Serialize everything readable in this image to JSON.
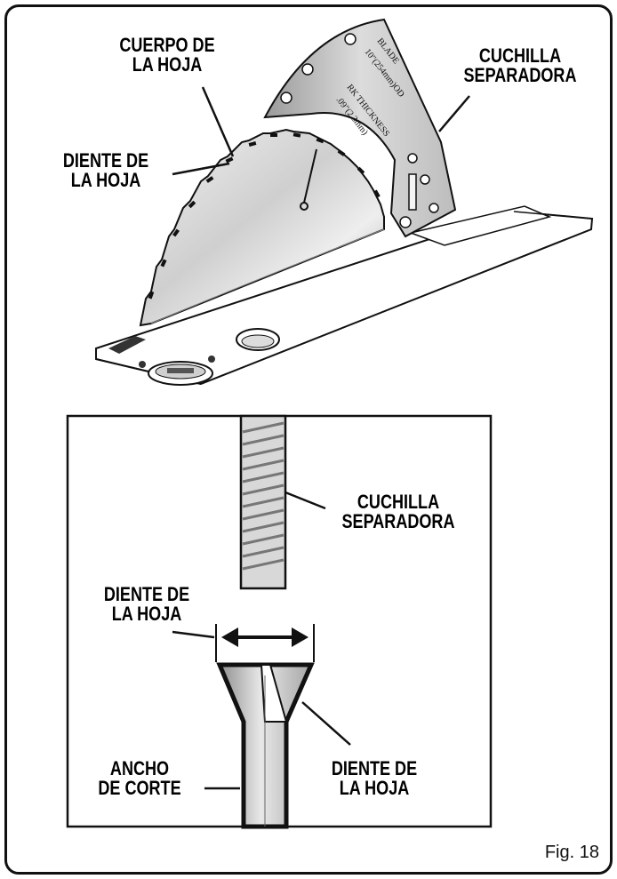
{
  "top_view": {
    "blade_body": [
      "CUERPO DE",
      "LA HOJA"
    ],
    "riving_knife": [
      "CUCHILLA",
      "SEPARADORA"
    ],
    "blade_tooth": [
      "DIENTE DE",
      "LA HOJA"
    ],
    "blade_marking": [
      "BLADE",
      "10\"(254mm)OD",
      "RK THICKNESS",
      ".09\"(2.3mm)"
    ]
  },
  "detail_view": {
    "riving_knife": [
      "CUCHILLA",
      "SEPARADORA"
    ],
    "blade_tooth_left": [
      "DIENTE DE",
      "LA HOJA"
    ],
    "kerf_width": [
      "ANCHO",
      "DE CORTE"
    ],
    "blade_tooth_right": [
      "DIENTE DE",
      "LA HOJA"
    ]
  },
  "figure_caption": "Fig. 18",
  "colors": {
    "ink": "#111111",
    "steel_light": "#e6e6e6",
    "steel_mid": "#bdbdbd",
    "steel_dark": "#8a8a8a"
  }
}
